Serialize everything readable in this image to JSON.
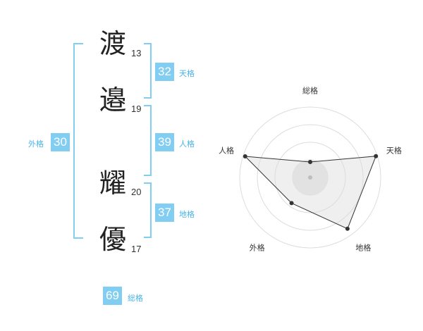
{
  "name": {
    "chars": [
      {
        "char": "渡",
        "strokes": "13"
      },
      {
        "char": "邉",
        "strokes": "19"
      },
      {
        "char": "耀",
        "strokes": "20"
      },
      {
        "char": "優",
        "strokes": "17"
      }
    ]
  },
  "fortunes": {
    "tenkaku": {
      "label": "天格",
      "value": "32"
    },
    "jinkaku": {
      "label": "人格",
      "value": "39"
    },
    "chikaku": {
      "label": "地格",
      "value": "37"
    },
    "gaikaku": {
      "label": "外格",
      "value": "30"
    },
    "soukaku": {
      "label": "総格",
      "value": "69"
    }
  },
  "colors": {
    "accent": "#82cdf2",
    "accent_text": "#49b3e8"
  },
  "chart_data": {
    "type": "radar",
    "axes": [
      "総格",
      "天格",
      "地格",
      "外格",
      "人格"
    ],
    "values": [
      0.22,
      0.98,
      0.9,
      0.45,
      0.97
    ],
    "range": [
      0,
      1
    ],
    "rings": 4
  }
}
